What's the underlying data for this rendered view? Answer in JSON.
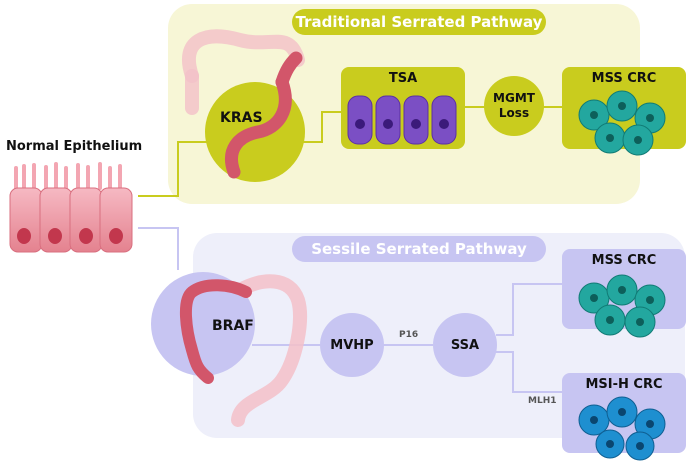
{
  "start": {
    "label": "Normal Epithelium"
  },
  "traditional": {
    "title": "Traditional Serrated Pathway",
    "mutation": "KRAS",
    "lesion": "TSA",
    "event": "MGMT Loss",
    "outcome": "MSS CRC"
  },
  "sessile": {
    "title": "Sessile Serrated Pathway",
    "mutation": "BRAF",
    "precursor": "MVHP",
    "edge_label": "P16",
    "lesion": "SSA",
    "outcome_mss": "MSS CRC",
    "edge_label_mlh1": "MLH1",
    "outcome_msi": "MSI-H CRC"
  },
  "colors": {
    "traditional_panel": "#f7f6d6",
    "traditional_accent": "#c9cc1e",
    "sessile_panel": "#eeeffa",
    "sessile_accent": "#c7c5f2",
    "tsa_cells": "#7b4fc4",
    "crc_cells": "#23a79f",
    "msi_cells": "#1e8fd0"
  }
}
